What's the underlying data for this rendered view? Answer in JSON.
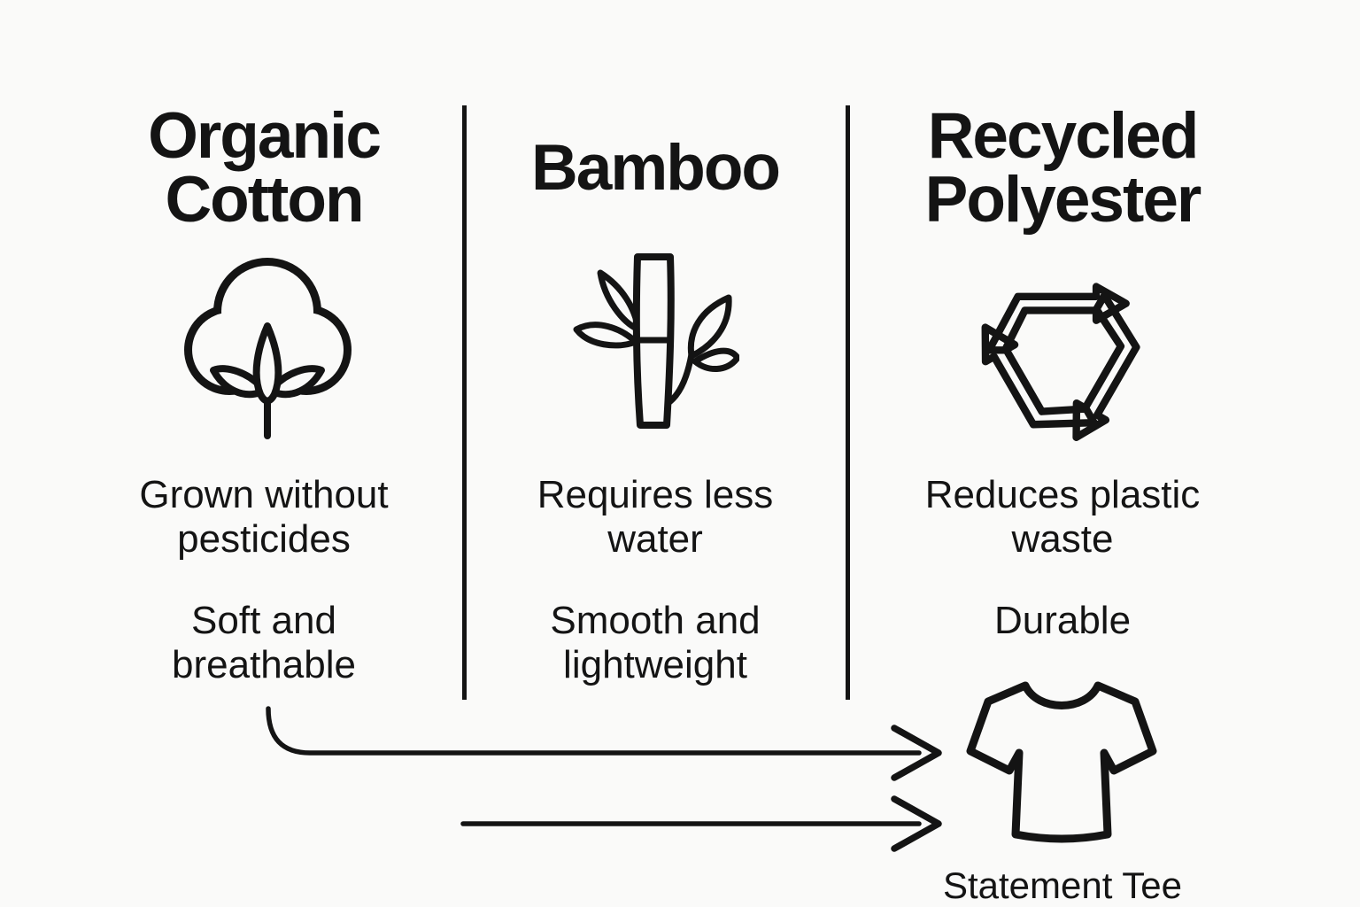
{
  "page": {
    "background_color": "#fafaf9",
    "ink_color": "#141414"
  },
  "columns": [
    {
      "title": {
        "line1": "Organic",
        "line2": "Cotton"
      },
      "icon": "cotton-boll-icon",
      "features": [
        {
          "line1": "Grown without",
          "line2": "pesticides"
        },
        {
          "line1": "Soft and",
          "line2": "breathable"
        }
      ]
    },
    {
      "title": {
        "line1": "Bamboo",
        "line2": ""
      },
      "icon": "bamboo-icon",
      "features": [
        {
          "line1": "Requires less",
          "line2": "water"
        },
        {
          "line1": "Smooth and",
          "line2": "lightweight"
        }
      ]
    },
    {
      "title": {
        "line1": "Recycled",
        "line2": "Polyester"
      },
      "icon": "recycle-icon",
      "features": [
        {
          "line1": "Reduces plastic",
          "line2": "waste"
        },
        {
          "line1": "Durable",
          "line2": ""
        }
      ]
    }
  ],
  "result": {
    "label": "Statement Tee",
    "icon": "tshirt-icon"
  }
}
